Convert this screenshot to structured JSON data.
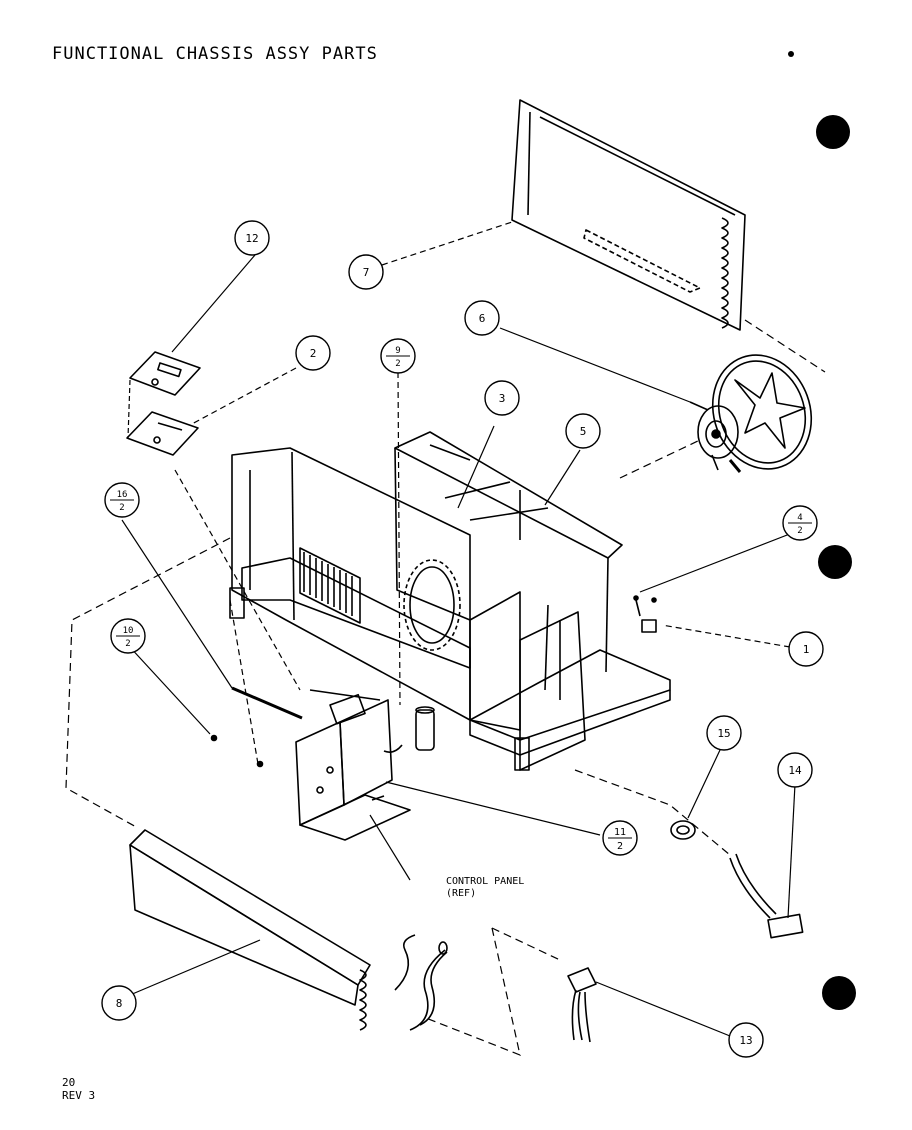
{
  "title": "FUNCTIONAL CHASSIS ASSY PARTS",
  "footer": {
    "line1": "20",
    "line2": "REV 3"
  },
  "callouts": [
    {
      "id": "c1",
      "label": "1"
    },
    {
      "id": "c2",
      "label": "2"
    },
    {
      "id": "c3",
      "label": "3"
    },
    {
      "id": "c4",
      "label": "4",
      "sub": "2"
    },
    {
      "id": "c5",
      "label": "5"
    },
    {
      "id": "c6",
      "label": "6"
    },
    {
      "id": "c7",
      "label": "7"
    },
    {
      "id": "c8",
      "label": "8"
    },
    {
      "id": "c9",
      "label": "9",
      "sub": "2"
    },
    {
      "id": "c10",
      "label": "10",
      "sub": "2"
    },
    {
      "id": "c11",
      "label": "11",
      "sub": "2"
    },
    {
      "id": "c12",
      "label": "12"
    },
    {
      "id": "c13",
      "label": "13"
    },
    {
      "id": "c14",
      "label": "14"
    },
    {
      "id": "c15",
      "label": "15"
    },
    {
      "id": "c16",
      "label": "16",
      "sub": "2"
    }
  ],
  "control_panel_ref": {
    "line1": "CONTROL PANEL",
    "line2": "(REF)"
  }
}
